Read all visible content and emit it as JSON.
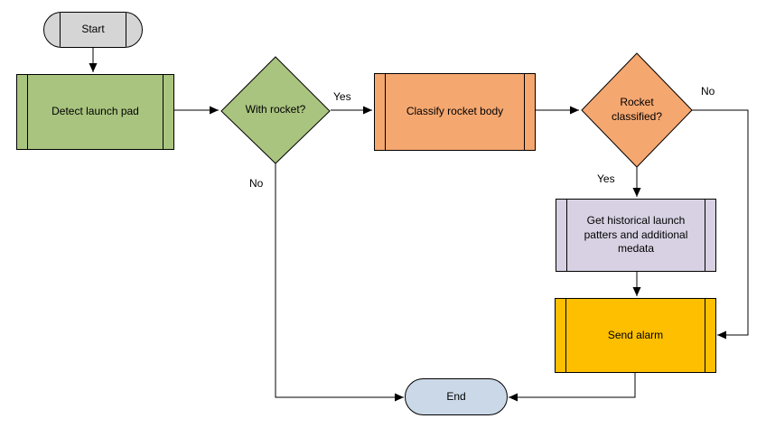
{
  "colors": {
    "background": "#FFFFFF",
    "stroke": "#000000",
    "start_fill": "#D5D5D5",
    "green_fill": "#A9C47F",
    "orange_fill": "#F5A770",
    "purple_fill": "#D8D1E3",
    "yellow_fill": "#FDBF00",
    "end_fill": "#CBD8E8"
  },
  "nodes": {
    "start": {
      "label": "Start",
      "type": "terminator"
    },
    "detect_launch_pad": {
      "label": "Detect launch pad",
      "type": "predefined-process"
    },
    "with_rocket": {
      "label": "With rocket?",
      "type": "decision"
    },
    "classify_rocket_body": {
      "label": "Classify rocket body",
      "type": "predefined-process"
    },
    "rocket_classified": {
      "label": "Rocket classified?",
      "type": "decision"
    },
    "get_historical": {
      "label": "Get historical launch patters and additional medata",
      "type": "predefined-process"
    },
    "send_alarm": {
      "label": "Send alarm",
      "type": "predefined-process"
    },
    "end": {
      "label": "End",
      "type": "terminator"
    }
  },
  "edge_labels": {
    "with_rocket_yes": "Yes",
    "with_rocket_no": "No",
    "rocket_classified_yes": "Yes",
    "rocket_classified_no": "No"
  }
}
